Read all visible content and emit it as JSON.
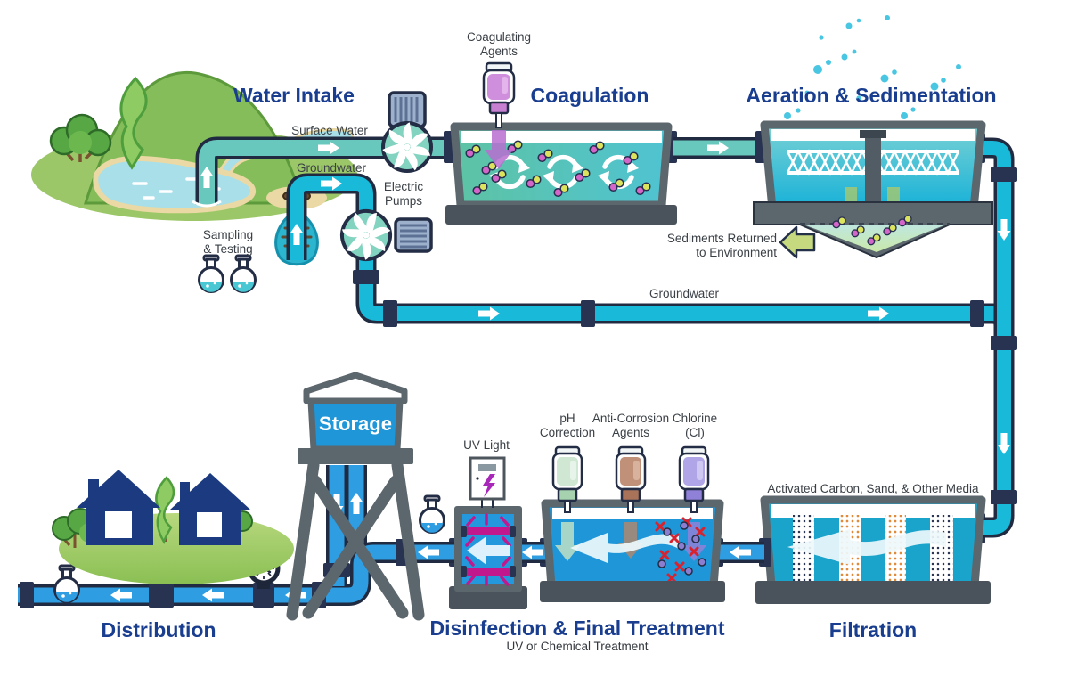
{
  "titles": {
    "water_intake": "Water Intake",
    "coagulation": "Coagulation",
    "aeration_sedimentation": "Aeration & Sedimentation",
    "distribution": "Distribution",
    "disinfection": "Disinfection & Final Treatment",
    "disinfection_subtitle": "UV or Chemical Treatment",
    "filtration": "Filtration",
    "storage": "Storage"
  },
  "labels": {
    "coagulating_agents": "Coagulating\nAgents",
    "surface_water": "Surface Water",
    "groundwater_intake": "Groundwater",
    "electric_pumps": "Electric\nPumps",
    "sampling_testing": "Sampling\n& Testing",
    "sediments_returned": "Sediments Returned\nto Environment",
    "groundwater_pipe": "Groundwater",
    "uv_light": "UV Light",
    "ph_correction": "pH\nCorrection",
    "anti_corrosion_agents": "Anti-Corrosion\nAgents",
    "chlorine": "Chlorine\n(Cl)",
    "filter_media": "Activated Carbon, Sand, & Other Media"
  },
  "colors": {
    "title_navy": "#1a3e8f",
    "label_gray": "#3a4046",
    "pipe_cyan": "#19b9d9",
    "pipe_blue": "#2e9de2",
    "pipe_teal": "#69c8bd",
    "fitting_dark": "#273350",
    "tank_gray": "#5c666d",
    "tank_gray_dark": "#4a535b",
    "uv_magenta": "#c2188e",
    "storage_blue": "#1e96d8",
    "house_navy": "#1b3a7f",
    "sediment_green": "#c6d97f"
  }
}
